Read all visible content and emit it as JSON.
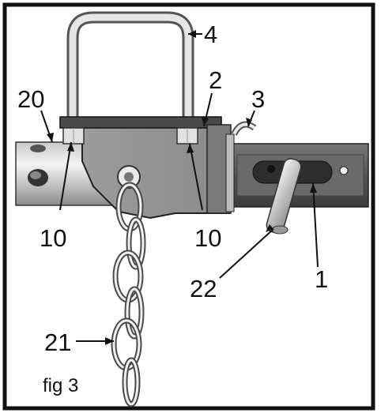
{
  "figure": {
    "caption": "fig 3",
    "callouts": [
      {
        "id": "part-4",
        "label": "4"
      },
      {
        "id": "part-2",
        "label": "2"
      },
      {
        "id": "part-3",
        "label": "3"
      },
      {
        "id": "part-20",
        "label": "20"
      },
      {
        "id": "part-10-left",
        "label": "10"
      },
      {
        "id": "part-10-right",
        "label": "10"
      },
      {
        "id": "part-22",
        "label": "22"
      },
      {
        "id": "part-1",
        "label": "1"
      },
      {
        "id": "part-21",
        "label": "21"
      }
    ]
  },
  "colors": {
    "frame": "#111111",
    "metal_light": "#d9d9d9",
    "metal_mid": "#9a9a9a",
    "metal_dark": "#5a5a5a",
    "chrome": "#eeeeee"
  }
}
